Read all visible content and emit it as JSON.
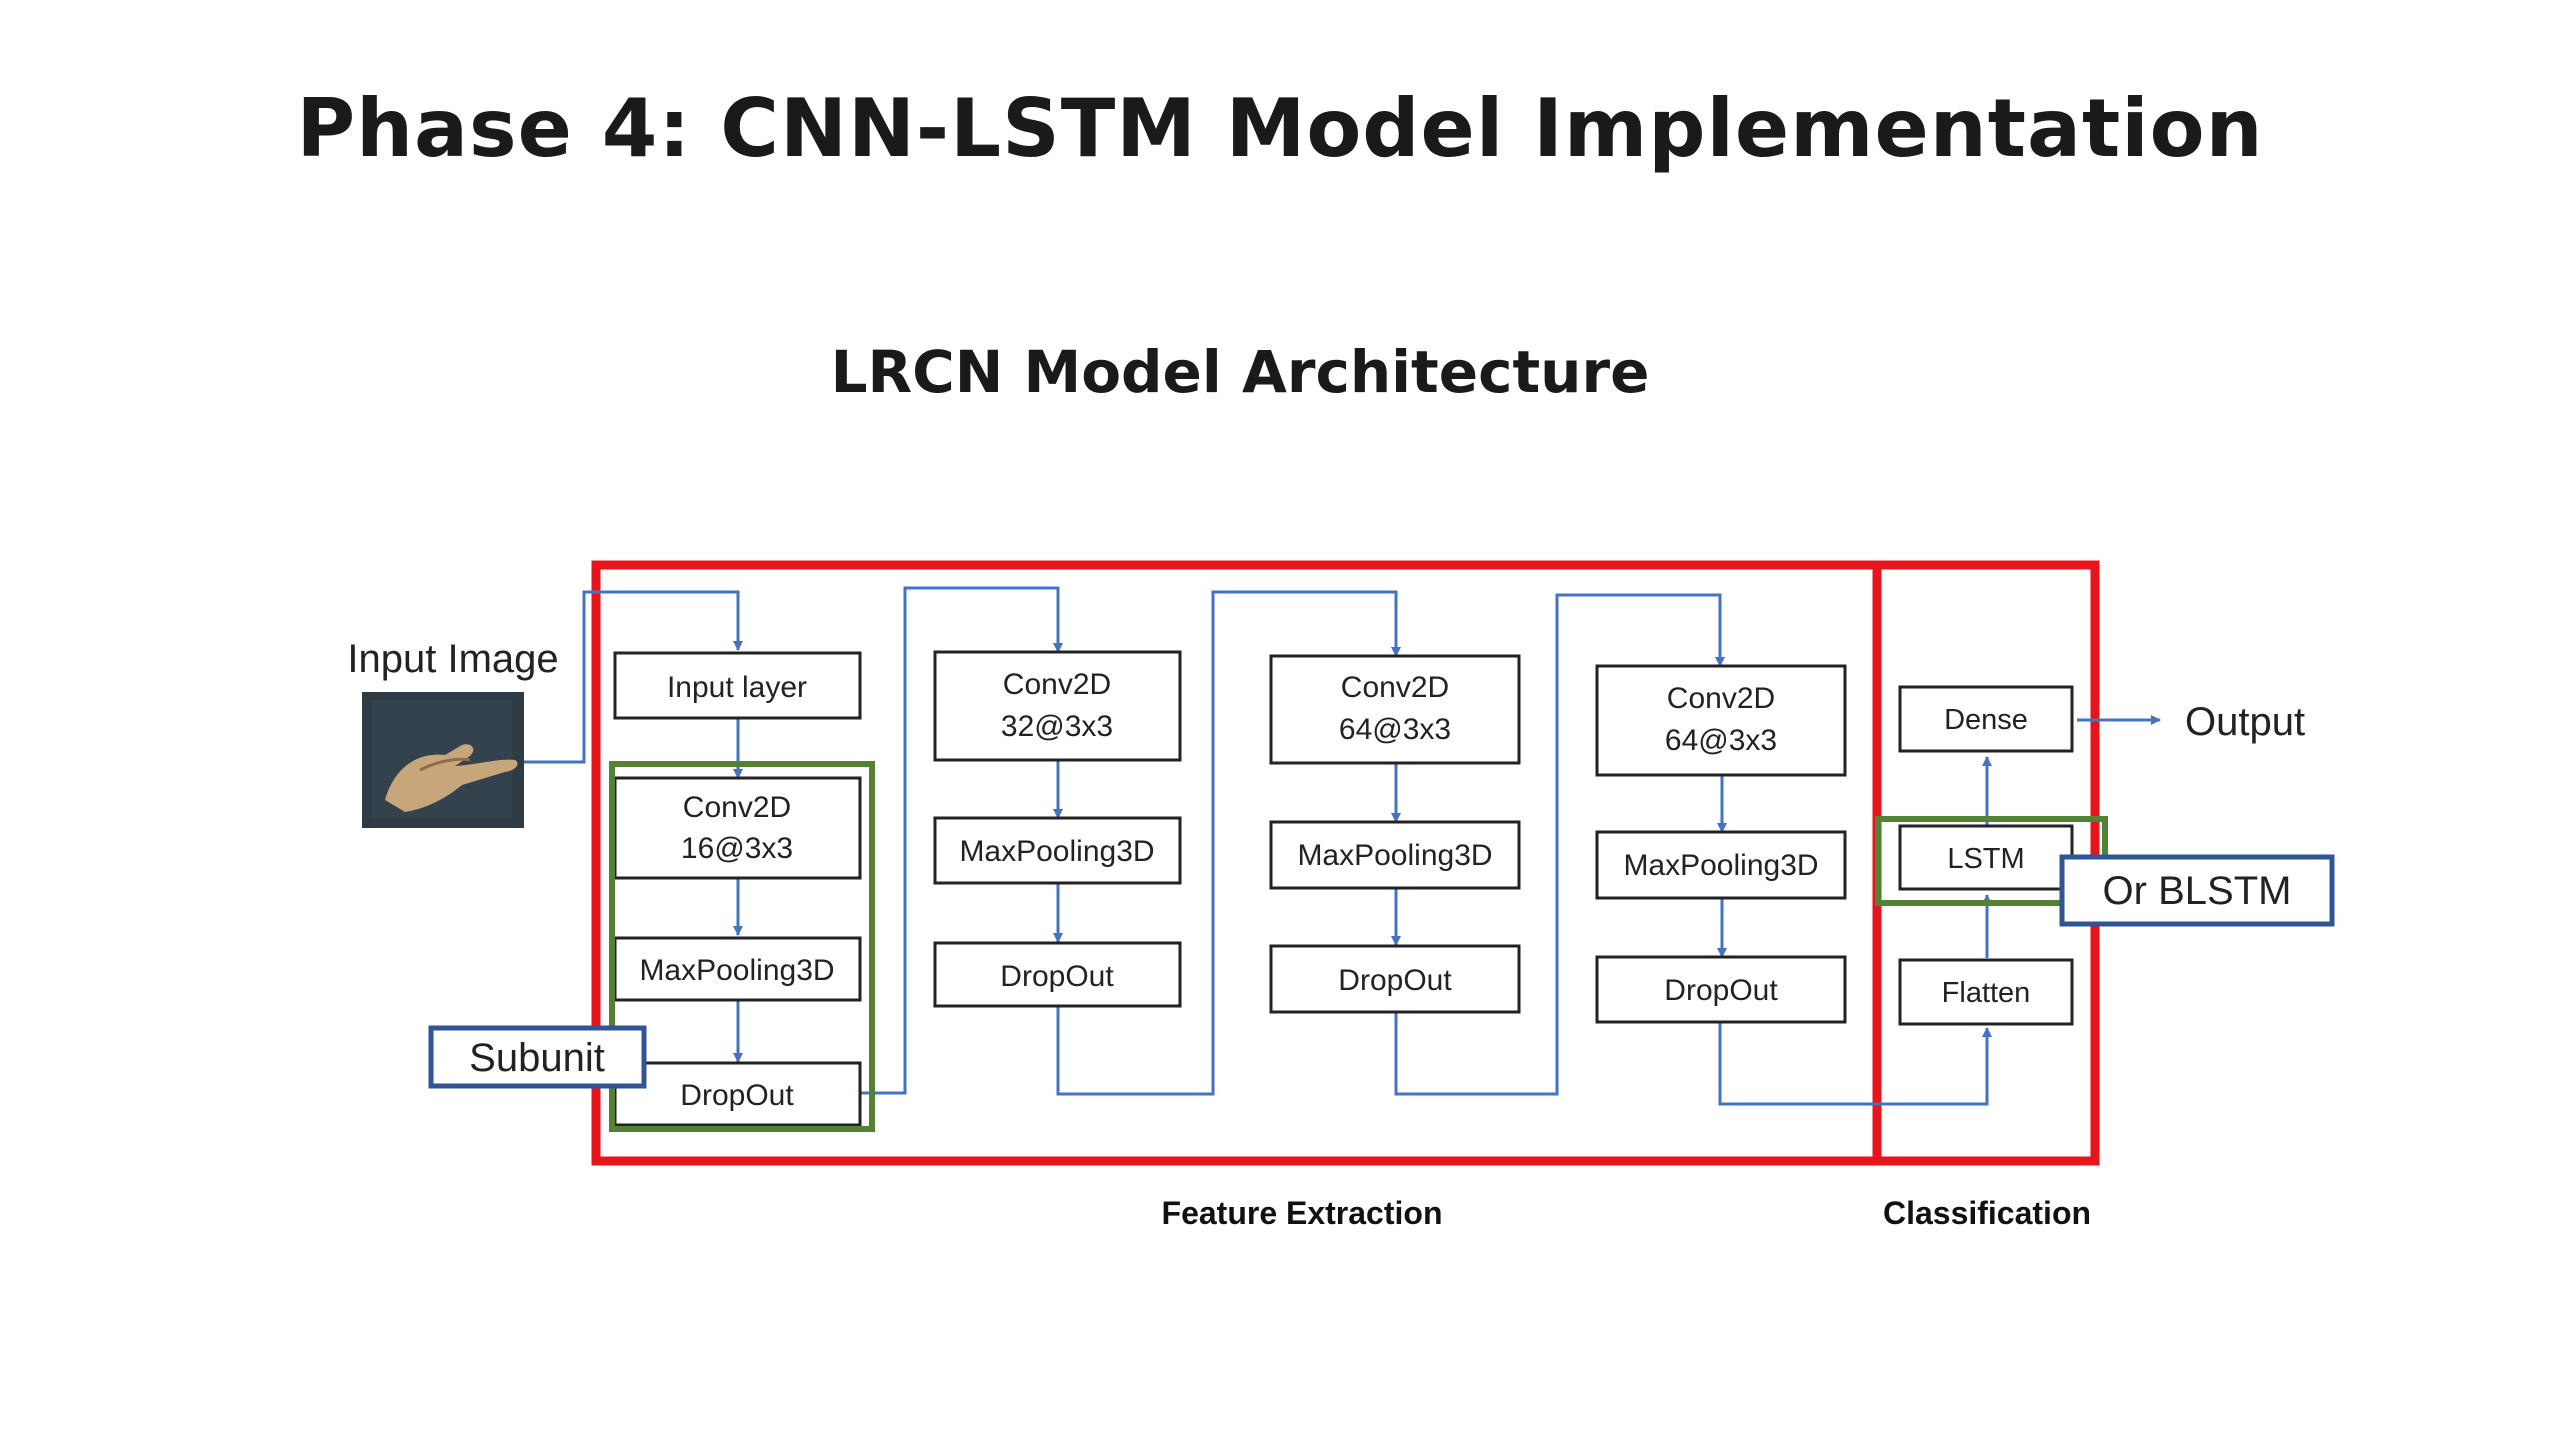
{
  "title": "Phase 4: CNN-LSTM Model Implementation",
  "diagram": {
    "title": "LRCN Model Architecture",
    "input_label": "Input Image",
    "input_image": "hand-gesture-thumbnail",
    "output_label": "Output",
    "subunit_label": "Subunit",
    "alternative_label": "Or BLSTM",
    "feature_extraction_label": "Feature Extraction",
    "classification_label": "Classification",
    "column1": {
      "input_layer": "Input layer",
      "conv_line1": "Conv2D",
      "conv_line2": "16@3x3",
      "pool": "MaxPooling3D",
      "dropout": "DropOut"
    },
    "column2": {
      "conv_line1": "Conv2D",
      "conv_line2": "32@3x3",
      "pool": "MaxPooling3D",
      "dropout": "DropOut"
    },
    "column3": {
      "conv_line1": "Conv2D",
      "conv_line2": "64@3x3",
      "pool": "MaxPooling3D",
      "dropout": "DropOut"
    },
    "column4": {
      "conv_line1": "Conv2D",
      "conv_line2": "64@3x3",
      "pool": "MaxPooling3D",
      "dropout": "DropOut"
    },
    "classifier": {
      "dense": "Dense",
      "lstm": "LSTM",
      "flatten": "Flatten"
    },
    "colors": {
      "feature_box": "#e8141b",
      "subunit_box": "#548235",
      "callout_box": "#2f5597",
      "arrow": "#4472c4"
    }
  }
}
